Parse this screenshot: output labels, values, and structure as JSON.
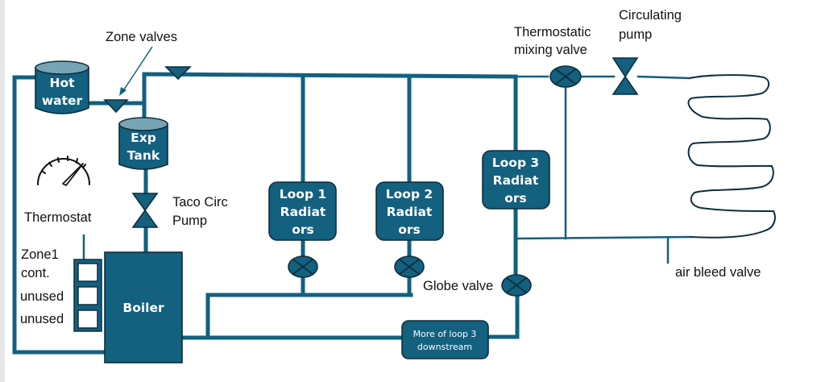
{
  "diagram": {
    "title": "Hydronic heating system schematic",
    "colors": {
      "pipe": "#13607f",
      "component_fill": "#13607f",
      "component_outline": "#0c2f3f",
      "tank_top": "#78a5b6",
      "text": "#111111",
      "component_text": "#ffffff"
    },
    "labels": {
      "zone_valves": "Zone valves",
      "thermostat": "Thermostat",
      "taco_circ_pump_line1": "Taco Circ",
      "taco_circ_pump_line2": "Pump",
      "zone1_cont_line1": "Zone1",
      "zone1_cont_line2": "cont.",
      "unused_1": "unused",
      "unused_2": "unused",
      "thermostatic_mixing_valve_line1": "Thermostatic",
      "thermostatic_mixing_valve_line2": "mixing valve",
      "circulating_pump_line1": "Circulating",
      "circulating_pump_line2": "pump",
      "globe_valve": "Globe valve",
      "air_bleed_valve": "air bleed valve"
    },
    "components": {
      "hot_water": {
        "line1": "Hot",
        "line2": "water",
        "icon": "tank-icon"
      },
      "exp_tank": {
        "line1": "Exp",
        "line2": "Tank",
        "icon": "tank-icon"
      },
      "boiler": {
        "label": "Boiler"
      },
      "loop1": {
        "line1": "Loop 1",
        "line2": "Radiat",
        "line3": "ors"
      },
      "loop2": {
        "line1": "Loop 2",
        "line2": "Radiat",
        "line3": "ors"
      },
      "loop3": {
        "line1": "Loop 3",
        "line2": "Radiat",
        "line3": "ors"
      },
      "loop3_downstream": {
        "line1": "More of loop 3",
        "line2": "downstream"
      }
    },
    "icons": {
      "zone_valve": "triangle-valve-icon",
      "pump": "bowtie-pump-icon",
      "globe_valve": "circle-x-valve-icon",
      "thermostat": "gauge-icon",
      "floor_coil": "serpentine-coil-icon"
    }
  }
}
